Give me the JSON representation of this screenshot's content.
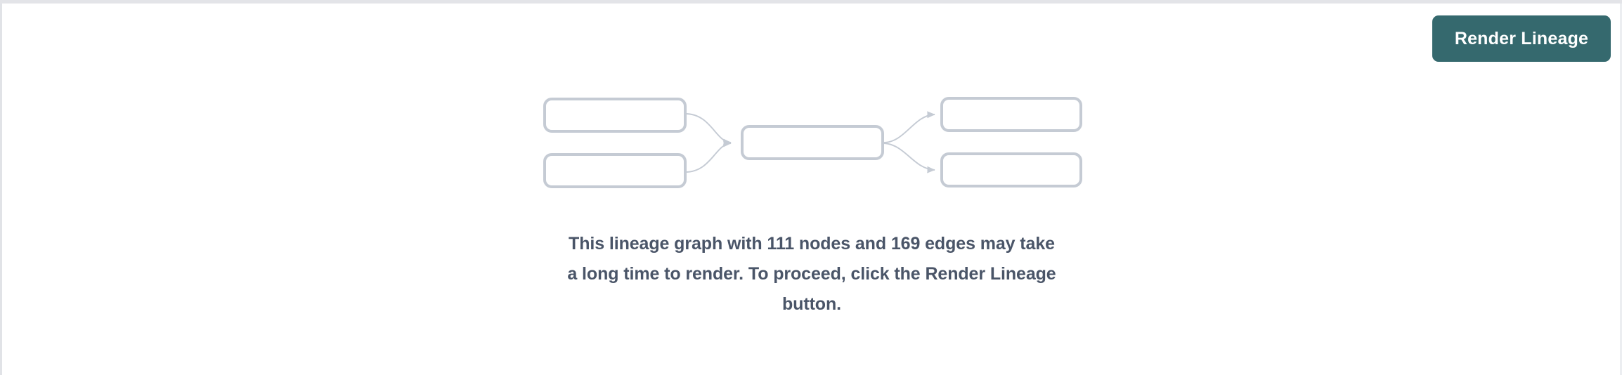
{
  "page": {
    "background_color": "#ffffff",
    "border_color": "#e3e4e8"
  },
  "toolbar": {
    "render_lineage_label": "Render Lineage",
    "button_color": "#35696e",
    "button_text_color": "#ffffff"
  },
  "placeholder_graph": {
    "node_border_color": "#c5cbd4",
    "edge_color": "#c5cbd4",
    "node_count_shown": 5,
    "edge_count_shown": 4,
    "nodes": [
      {
        "id": "upstream-1",
        "label": ""
      },
      {
        "id": "upstream-2",
        "label": ""
      },
      {
        "id": "center",
        "label": ""
      },
      {
        "id": "downstream-1",
        "label": ""
      },
      {
        "id": "downstream-2",
        "label": ""
      }
    ]
  },
  "message": {
    "line1": "This lineage graph with 111 nodes and 169 edges may take",
    "line2": "a long time to render. To proceed, click the Render Lineage",
    "line3": "button.",
    "node_count": "111",
    "edge_count": "169",
    "text_color": "#4a5568"
  }
}
